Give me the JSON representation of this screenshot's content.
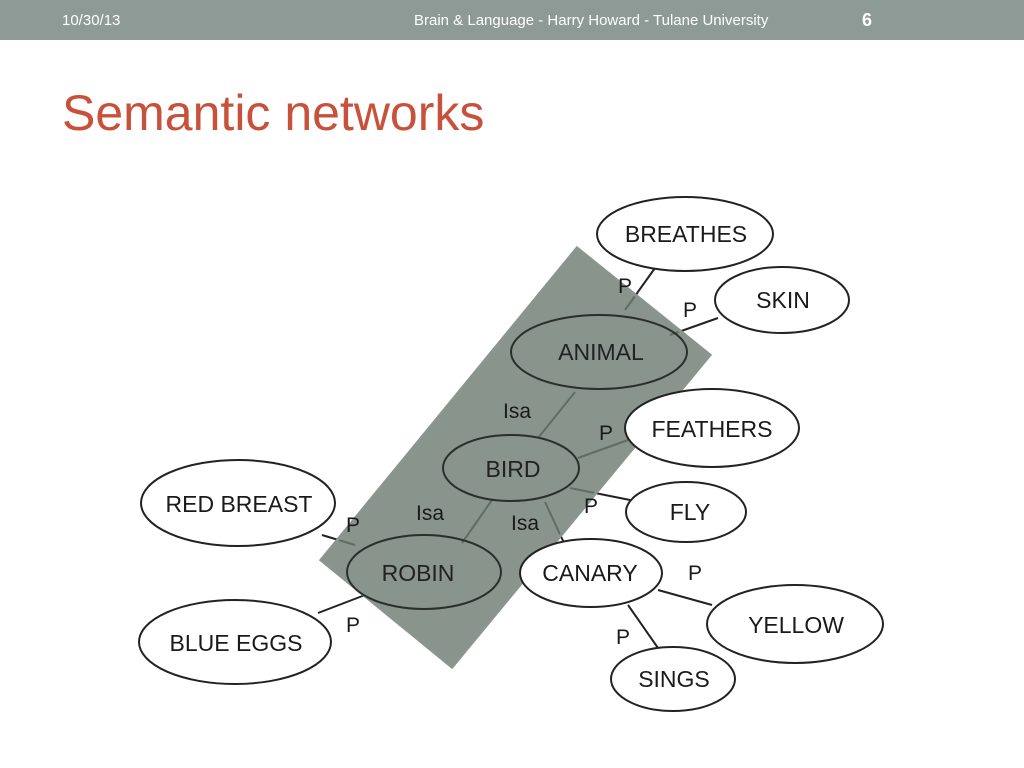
{
  "header": {
    "date": "10/30/13",
    "footer": "Brain & Language - Harry Howard - Tulane University",
    "slide_number": "6"
  },
  "title": "Semantic networks",
  "diagram": {
    "nodes": {
      "breathes": "BREATHES",
      "skin": "SKIN",
      "animal": "ANIMAL",
      "feathers": "FEATHERS",
      "bird": "BIRD",
      "fly": "FLY",
      "red_breast": "RED BREAST",
      "robin": "ROBIN",
      "canary": "CANARY",
      "yellow": "YELLOW",
      "blue_eggs": "BLUE EGGS",
      "sings": "SINGS"
    },
    "relations": {
      "animal_breathes": "P",
      "animal_skin": "P",
      "bird_animal": "Isa",
      "bird_feathers": "P",
      "bird_fly": "P",
      "robin_bird": "Isa",
      "canary_bird": "Isa",
      "robin_red_breast": "P",
      "robin_blue_eggs": "P",
      "canary_yellow": "P",
      "canary_sings": "P"
    },
    "highlight_color": "#6f7c74"
  }
}
